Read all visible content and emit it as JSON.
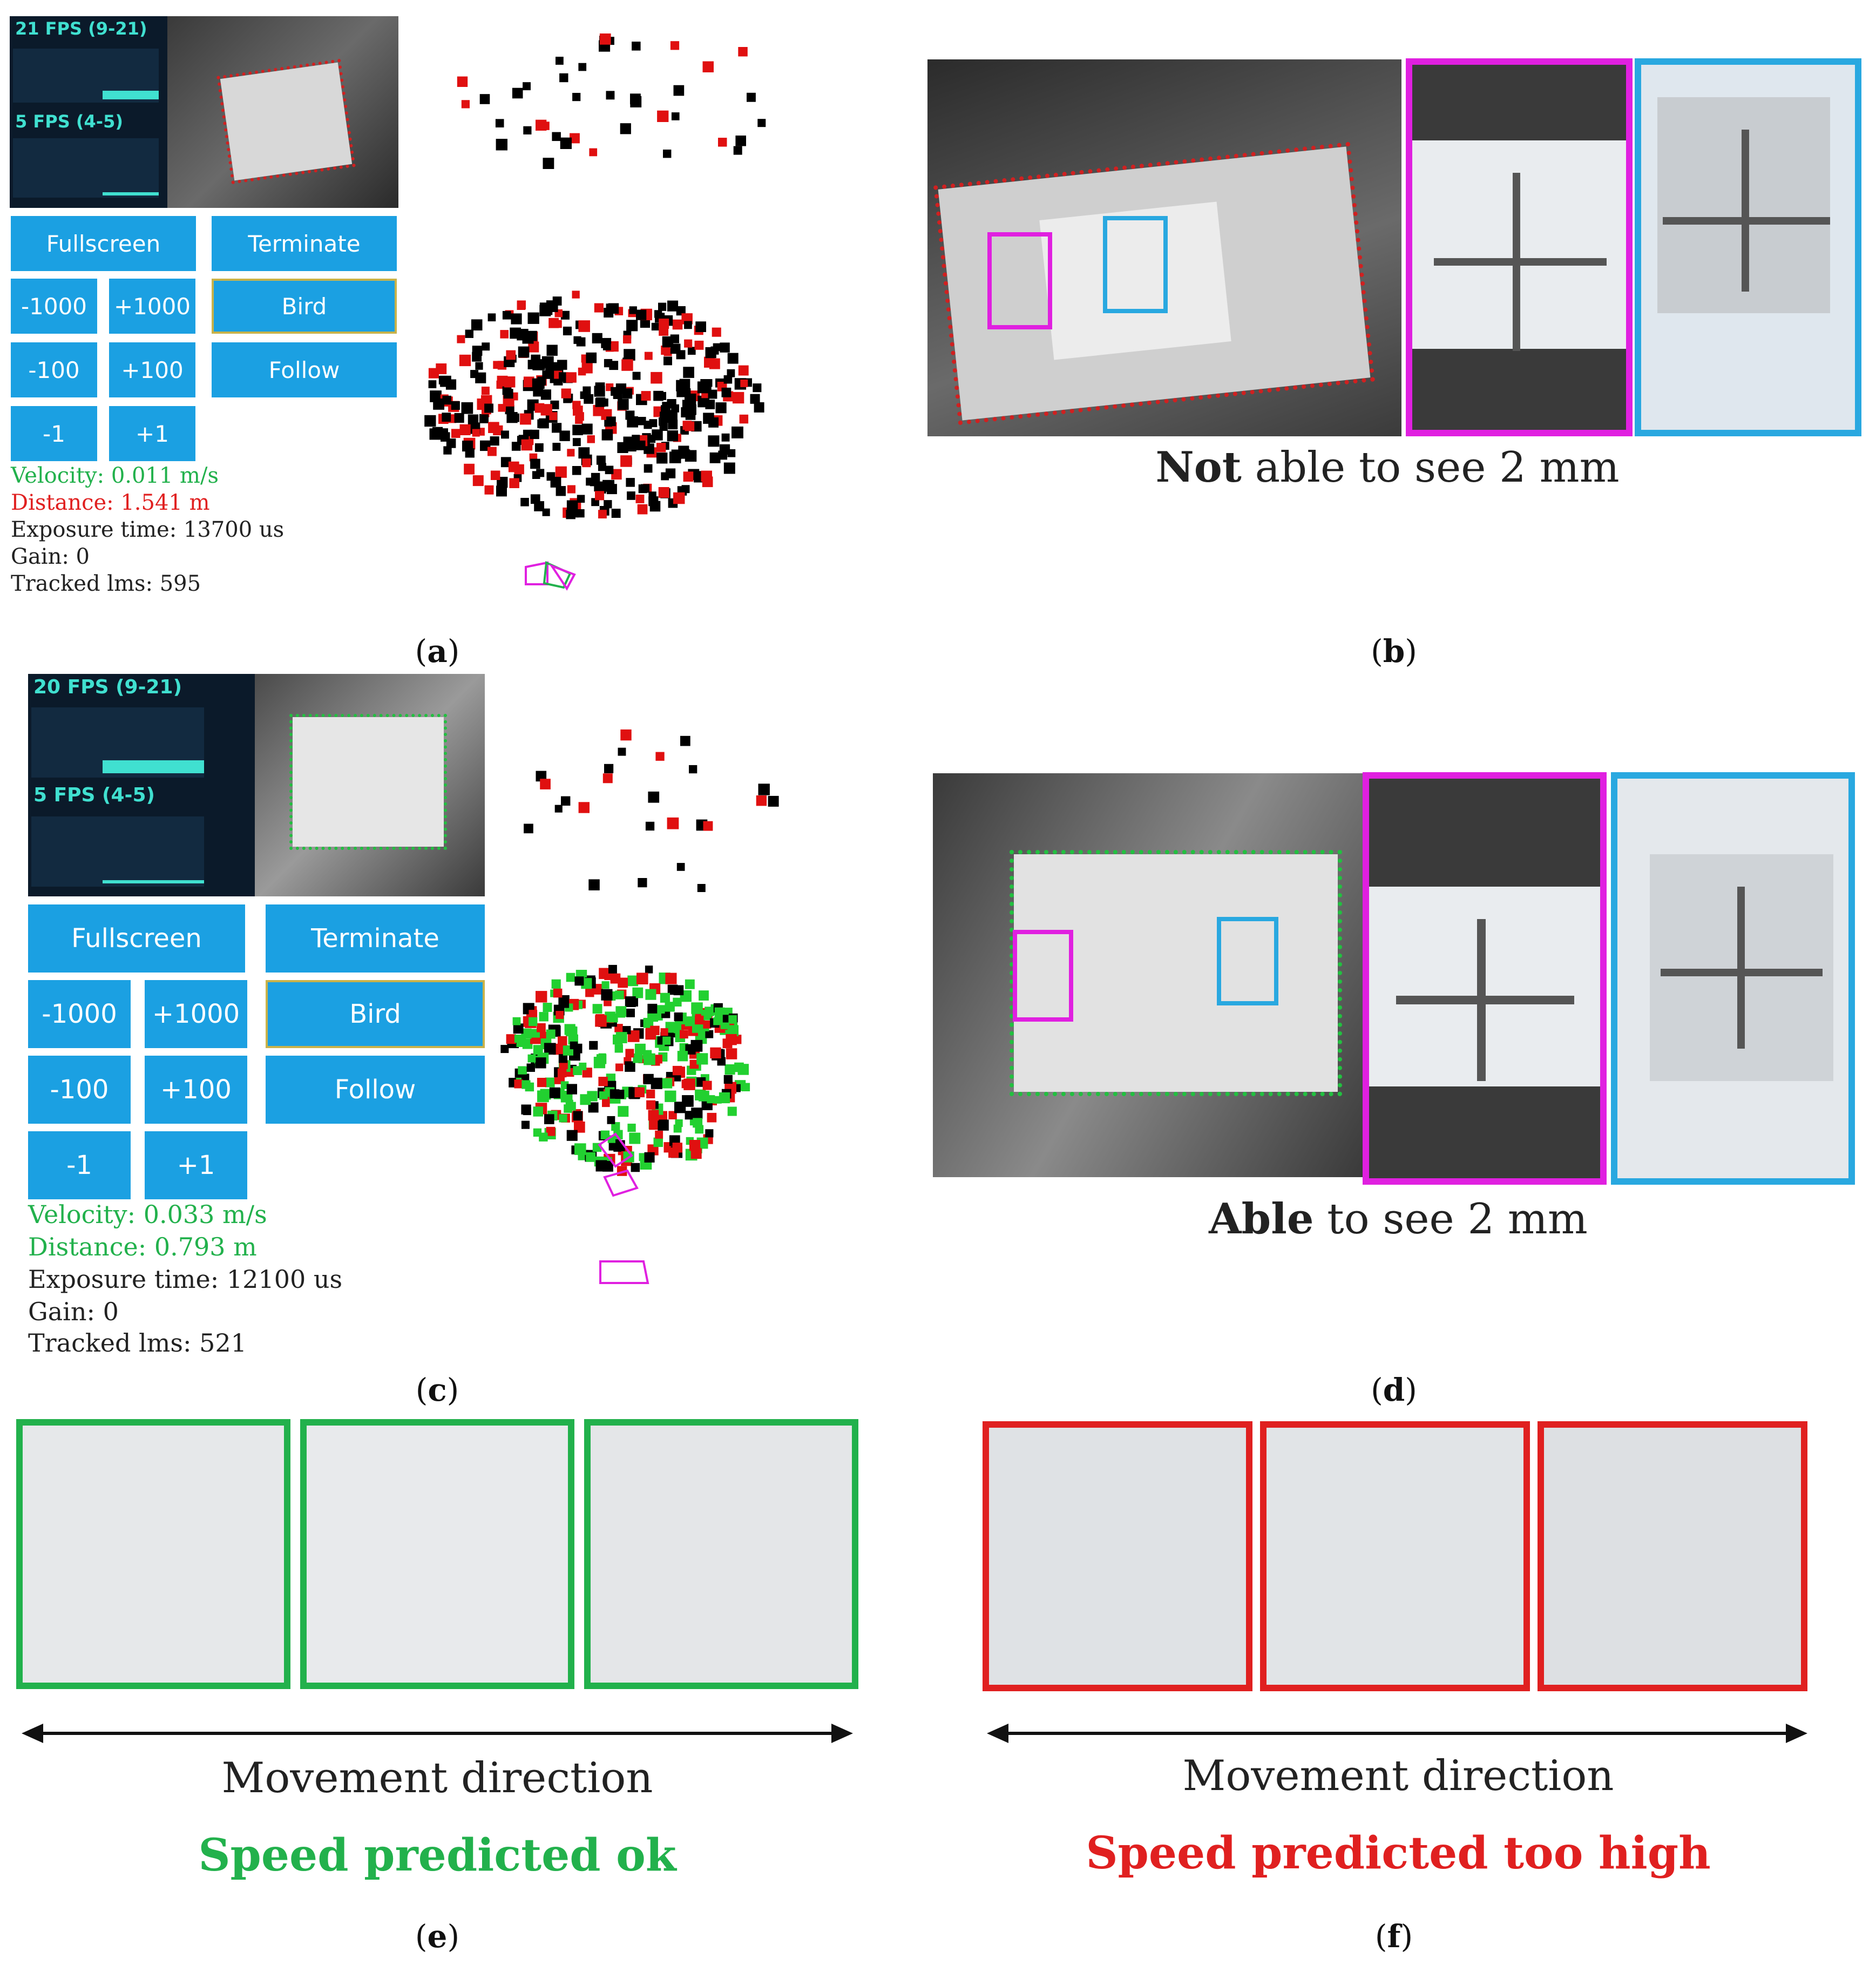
{
  "panel_a": {
    "fps_top": "21 FPS (9-21)",
    "fps_bottom": "5 FPS (4-5)",
    "buttons": {
      "fullscreen": "Fullscreen",
      "terminate": "Terminate",
      "minus1000": "-1000",
      "plus1000": "+1000",
      "bird": "Bird",
      "minus100": "-100",
      "plus100": "+100",
      "follow": "Follow",
      "minus1": "-1",
      "plus1": "+1"
    },
    "stats": {
      "velocity": "Velocity: 0.011 m/s",
      "distance": "Distance: 1.541 m",
      "exposure": "Exposure time: 13700 us",
      "gain": "Gain: 0",
      "tracked": "Tracked lms: 595"
    },
    "caption_open": "(",
    "caption_letter": "a",
    "caption_close": ")"
  },
  "panel_b": {
    "subtitle_bold": "Not",
    "subtitle_rest": " able to see 2 mm",
    "caption_letter": "b"
  },
  "panel_c": {
    "fps_top": "20 FPS (9-21)",
    "fps_bottom": "5 FPS (4-5)",
    "buttons": {
      "fullscreen": "Fullscreen",
      "terminate": "Terminate",
      "minus1000": "-1000",
      "plus1000": "+1000",
      "bird": "Bird",
      "minus100": "-100",
      "plus100": "+100",
      "follow": "Follow",
      "minus1": "-1",
      "plus1": "+1"
    },
    "stats": {
      "velocity": "Velocity: 0.033 m/s",
      "distance": "Distance: 0.793 m",
      "exposure": "Exposure time: 12100 us",
      "gain": "Gain: 0",
      "tracked": "Tracked lms: 521"
    },
    "caption_letter": "c"
  },
  "panel_d": {
    "subtitle_bold": "Able",
    "subtitle_rest": " to see 2 mm",
    "caption_letter": "d"
  },
  "panel_e": {
    "direction": "Movement direction",
    "speed": "Speed predicted ok",
    "caption_letter": "e"
  },
  "panel_f": {
    "direction": "Movement direction",
    "speed": "Speed predicted too high",
    "caption_letter": "f"
  },
  "colors": {
    "button_blue": "#1ba0e2",
    "magenta": "#e020e0",
    "cyan_frame": "#29a8e0",
    "green_frame": "#22b14c",
    "red_frame": "#e02020",
    "fps_text": "#40e0d0"
  }
}
